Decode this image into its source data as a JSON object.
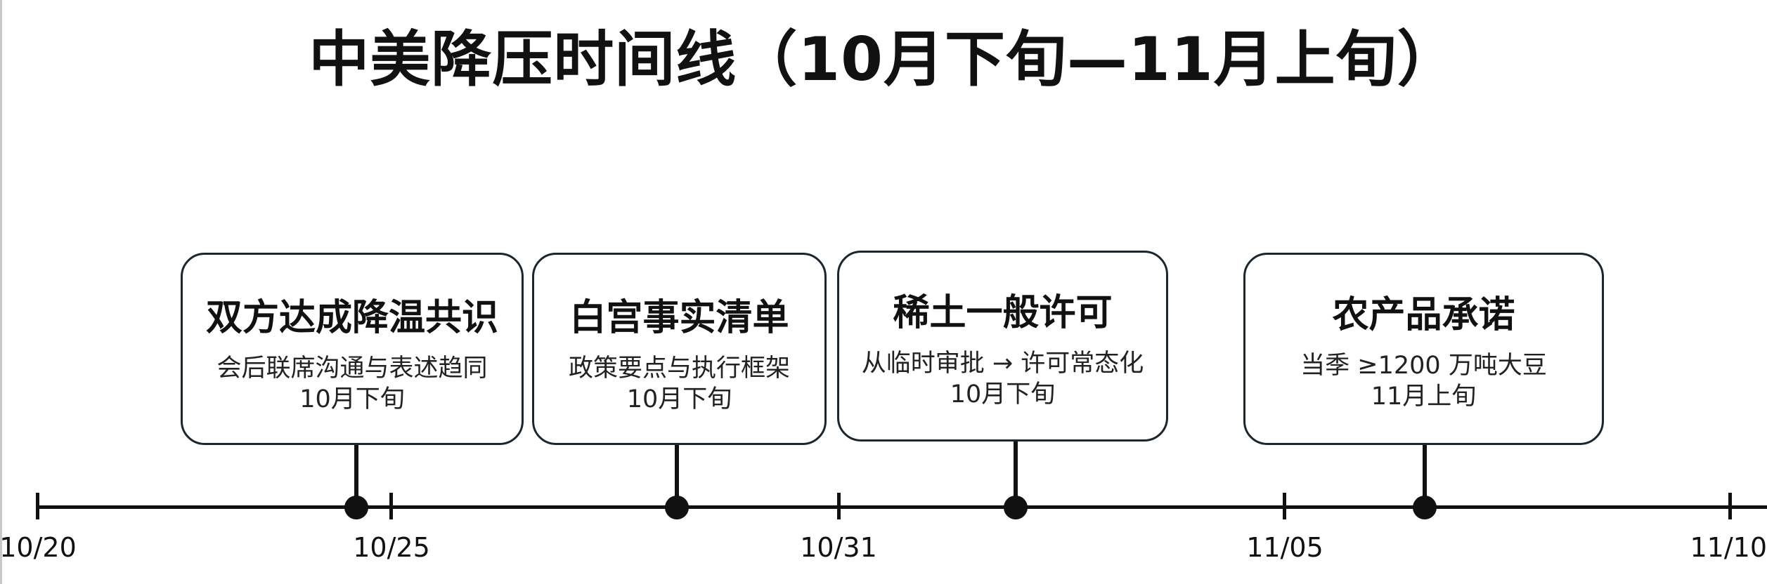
{
  "title": "中美降压时间线（10月下旬—11月上旬）",
  "axis": {
    "ticks": [
      "10/20",
      "10/25",
      "10/31",
      "11/05",
      "11/10"
    ]
  },
  "events": [
    {
      "title": "双方达成降温共识",
      "description": "会后联席沟通与表述趋同",
      "date": "10月下旬"
    },
    {
      "title": "白宫事实清单",
      "description": "政策要点与执行框架",
      "date": "10月下旬"
    },
    {
      "title": "稀土一般许可",
      "description": "从临时审批 → 许可常态化",
      "date": "10月下旬"
    },
    {
      "title": "农产品承诺",
      "description": "当季 ≥1200 万吨大豆",
      "date": "11月上旬"
    }
  ],
  "colors": {
    "line": "#111111",
    "card_border": "#1a2630",
    "background": "#ffffff"
  }
}
